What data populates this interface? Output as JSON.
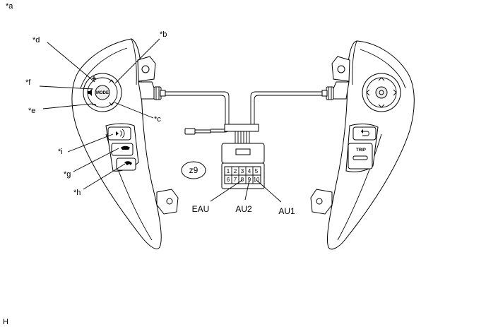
{
  "labels": {
    "a": "*a",
    "b": "*b",
    "c": "*c",
    "d": "*d",
    "e": "*e",
    "f": "*f",
    "g": "*g",
    "h": "*h",
    "i": "*i"
  },
  "connector": {
    "code": "z9",
    "pins_top": [
      "1",
      "2",
      "3",
      "4",
      "5"
    ],
    "pins_bottom": [
      "6",
      "7",
      "8",
      "9",
      "10"
    ],
    "terminals": [
      "EAU",
      "AU2",
      "AU1"
    ]
  },
  "buttons": {
    "plus": "+",
    "minus": "–",
    "mode": "MODE",
    "trip": "TRIP"
  },
  "corner_mark": "H"
}
